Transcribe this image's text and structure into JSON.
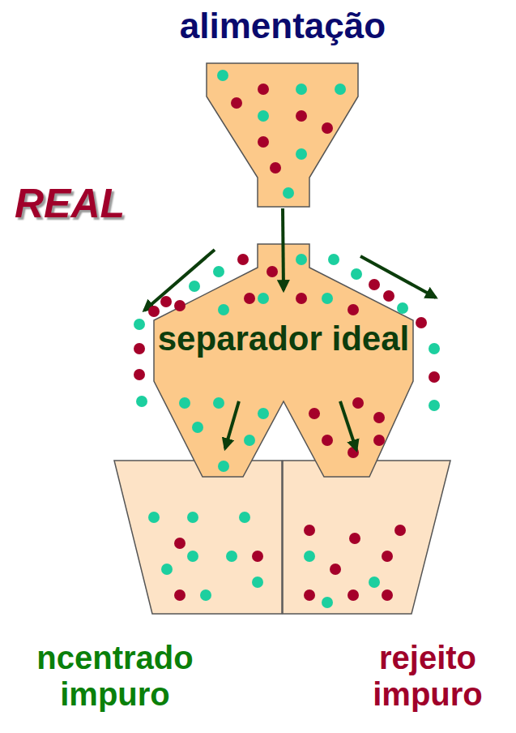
{
  "diagram": {
    "nodes": [
      {
        "text": [
          "alimentação"
        ]
      },
      {
        "text": [
          "separador ideal"
        ]
      },
      {
        "text": [
          "ncentrado impuro"
        ]
      },
      {
        "text": [
          "rejeito impuro"
        ]
      }
    ],
    "edges": [
      {
        "from": 0,
        "to": 1,
        "arrow": "to"
      },
      {
        "from": 1,
        "to": 2,
        "arrow": "to"
      },
      {
        "from": 1,
        "to": 3,
        "arrow": "to"
      }
    ],
    "labels": [
      "REAL"
    ]
  }
}
